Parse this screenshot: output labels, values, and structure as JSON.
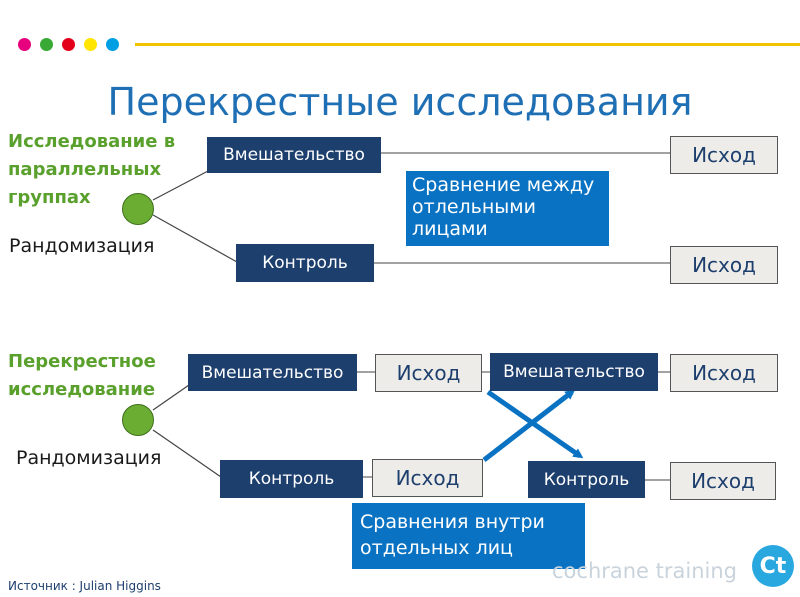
{
  "colors": {
    "dots": [
      "#e6007e",
      "#38a935",
      "#e2001a",
      "#ffe500",
      "#009fe3"
    ],
    "accent_line": "#f2c300",
    "title": "#1f6fb4",
    "green_label": "#5aa02c",
    "dark_box": "#1d3f6e",
    "light_box": "#eeece8",
    "note_box": "#0a72c2",
    "arrow": "#0a72c2"
  },
  "title": "Перекрестные исследования",
  "parallel": {
    "label": "Исследование в параллельных группах",
    "randomization": "Рандомизация",
    "intervention": "Вмешательство",
    "control": "Контроль",
    "outcome_top": "Исход",
    "outcome_bottom": "Исход",
    "note": "Сравнение между отлельными лицами"
  },
  "crossover": {
    "label": "Перекрестное исследование",
    "randomization": "Рандомизация",
    "intervention_1": "Вмешательство",
    "control_1": "Контроль",
    "outcome_1a": "Исход",
    "outcome_1b": "Исход",
    "intervention_2": "Вмешательство",
    "control_2": "Контроль",
    "outcome_2a": "Исход",
    "outcome_2b": "Исход",
    "note": "Сравнения внутри отдельных лиц"
  },
  "footer": {
    "source": "Источник : Julian Higgins",
    "watermark": "cochrane training",
    "logo": "Ct"
  }
}
